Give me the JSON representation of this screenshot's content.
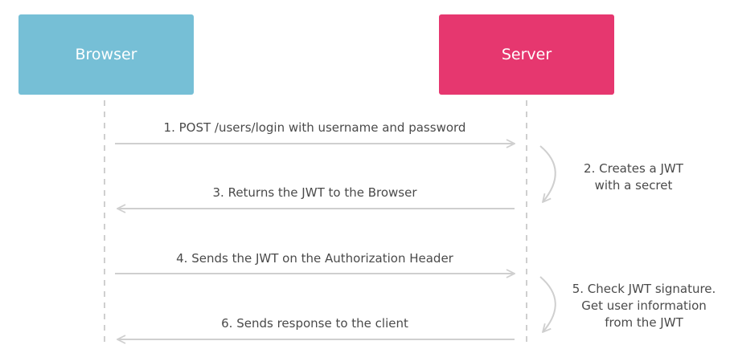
{
  "participants": {
    "browser": {
      "label": "Browser",
      "color": "#76bfd6"
    },
    "server": {
      "label": "Server",
      "color": "#e6376f"
    }
  },
  "messages": [
    {
      "label": "1. POST /users/login with username and password",
      "from": "browser",
      "to": "server"
    },
    {
      "label": "3. Returns the JWT to the Browser",
      "from": "server",
      "to": "browser"
    },
    {
      "label": "4. Sends the JWT on the Authorization Header",
      "from": "browser",
      "to": "server"
    },
    {
      "label": "6. Sends response to the client",
      "from": "server",
      "to": "browser"
    }
  ],
  "notes": [
    {
      "line1": "2. Creates a JWT",
      "line2": "with a secret"
    },
    {
      "line1": "5. Check JWT signature.",
      "line2": "Get user information",
      "line3": "from the JWT"
    }
  ]
}
